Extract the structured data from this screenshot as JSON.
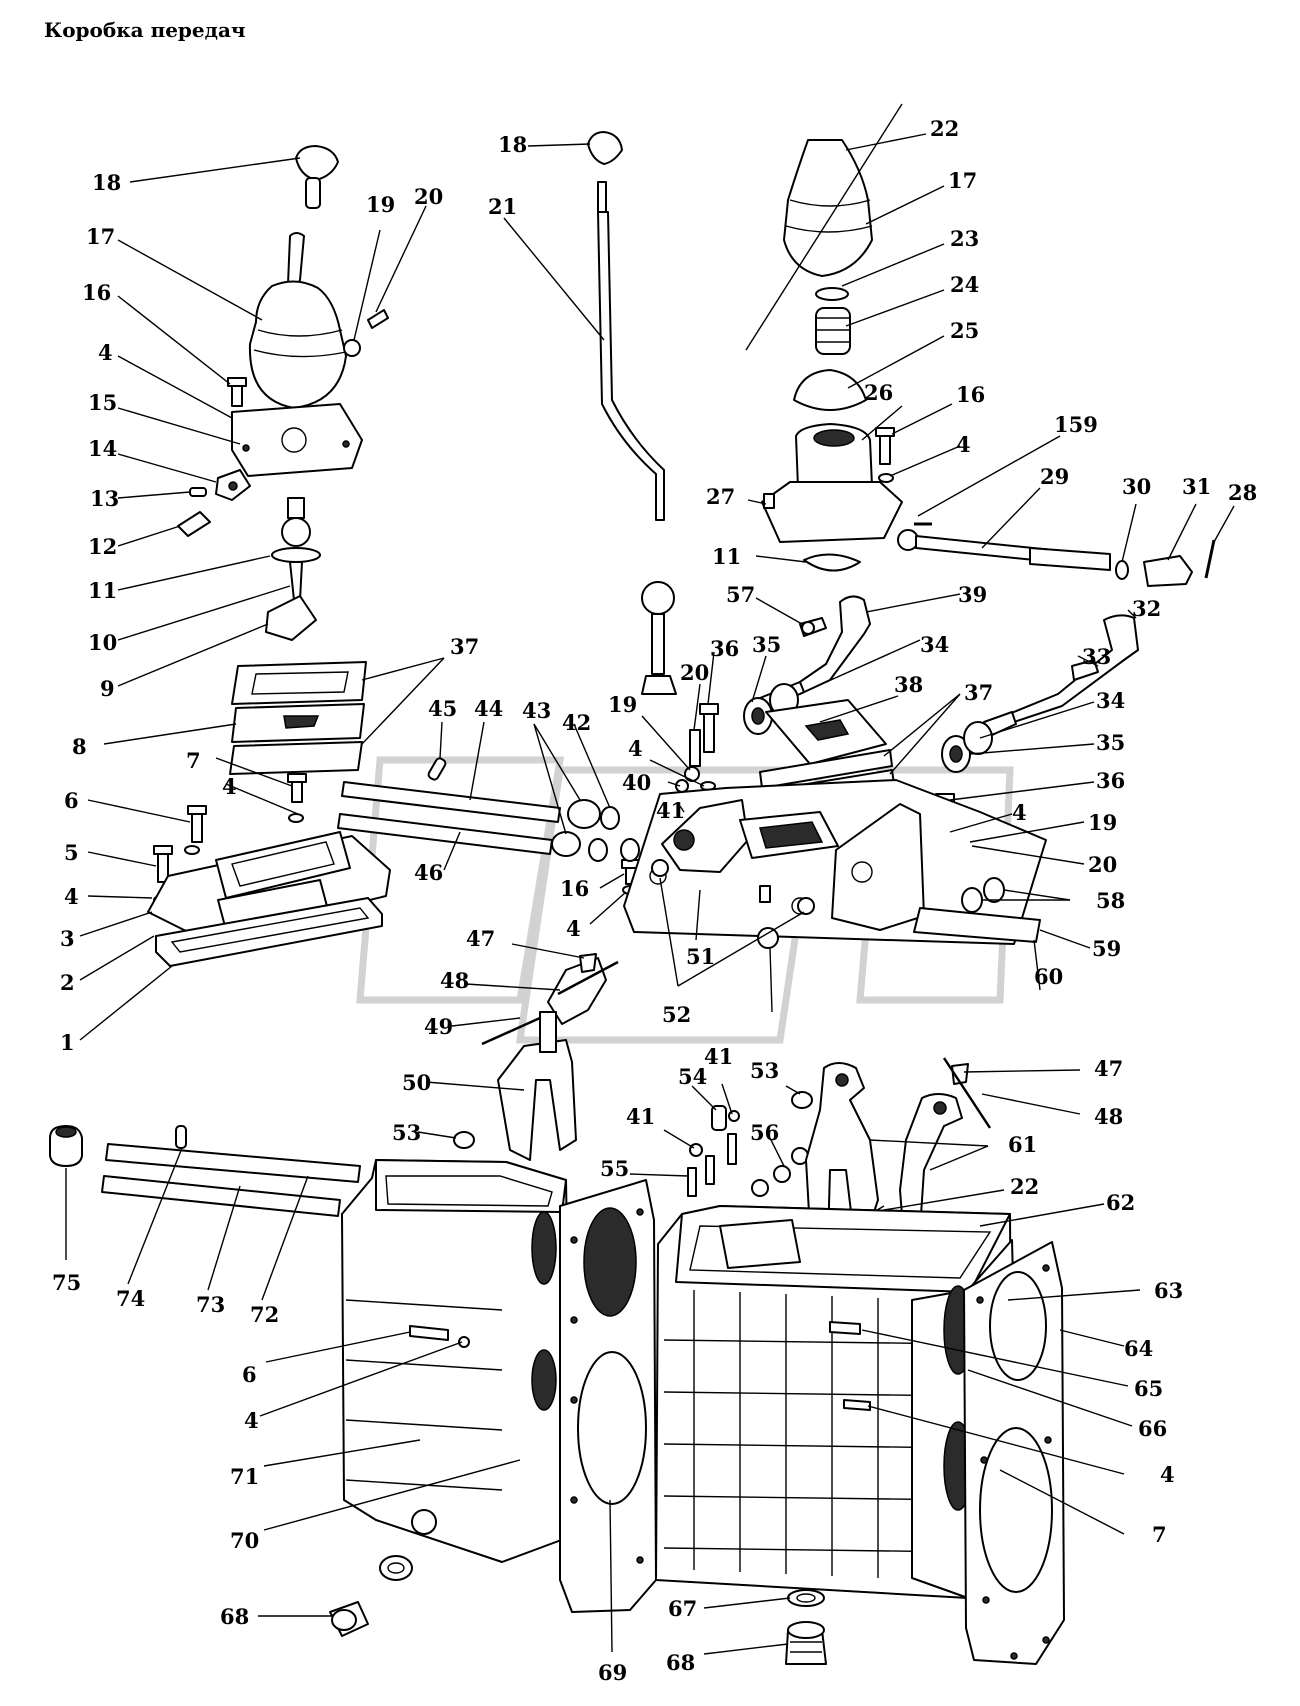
{
  "title": "Коробка передач",
  "colors": {
    "line": "#000000",
    "background": "#ffffff",
    "watermark": "#d2d2d2"
  },
  "callouts": [
    {
      "id": "c1",
      "text": "18"
    },
    {
      "id": "c2",
      "text": "17"
    },
    {
      "id": "c3",
      "text": "16"
    },
    {
      "id": "c4",
      "text": "4"
    },
    {
      "id": "c5",
      "text": "15"
    },
    {
      "id": "c6",
      "text": "14"
    },
    {
      "id": "c7",
      "text": "13"
    },
    {
      "id": "c8",
      "text": "12"
    },
    {
      "id": "c9",
      "text": "11"
    },
    {
      "id": "c10",
      "text": "10"
    },
    {
      "id": "c11",
      "text": "9"
    },
    {
      "id": "c12",
      "text": "8"
    },
    {
      "id": "c13",
      "text": "7"
    },
    {
      "id": "c14",
      "text": "6"
    },
    {
      "id": "c15",
      "text": "5"
    },
    {
      "id": "c16",
      "text": "4"
    },
    {
      "id": "c17",
      "text": "3"
    },
    {
      "id": "c18",
      "text": "2"
    },
    {
      "id": "c19",
      "text": "1"
    },
    {
      "id": "c20",
      "text": "19"
    },
    {
      "id": "c21",
      "text": "20"
    },
    {
      "id": "c22",
      "text": "37"
    },
    {
      "id": "c23",
      "text": "4"
    },
    {
      "id": "c24",
      "text": "18"
    },
    {
      "id": "c25",
      "text": "21"
    },
    {
      "id": "c26",
      "text": "22"
    },
    {
      "id": "c27",
      "text": "17"
    },
    {
      "id": "c28",
      "text": "23"
    },
    {
      "id": "c29",
      "text": "24"
    },
    {
      "id": "c30",
      "text": "25"
    },
    {
      "id": "c31",
      "text": "26"
    },
    {
      "id": "c32",
      "text": "16"
    },
    {
      "id": "c33",
      "text": "4"
    },
    {
      "id": "c34",
      "text": "159"
    },
    {
      "id": "c35",
      "text": "29"
    },
    {
      "id": "c36",
      "text": "30"
    },
    {
      "id": "c37",
      "text": "31"
    },
    {
      "id": "c38",
      "text": "28"
    },
    {
      "id": "c39",
      "text": "27"
    },
    {
      "id": "c40",
      "text": "11"
    },
    {
      "id": "c41",
      "text": "57"
    },
    {
      "id": "c42",
      "text": "39"
    },
    {
      "id": "c43",
      "text": "32"
    },
    {
      "id": "c44",
      "text": "35"
    },
    {
      "id": "c45",
      "text": "34"
    },
    {
      "id": "c46",
      "text": "36"
    },
    {
      "id": "c47",
      "text": "20"
    },
    {
      "id": "c48",
      "text": "33"
    },
    {
      "id": "c49",
      "text": "38"
    },
    {
      "id": "c50",
      "text": "37"
    },
    {
      "id": "c51",
      "text": "34"
    },
    {
      "id": "c52",
      "text": "35"
    },
    {
      "id": "c53",
      "text": "36"
    },
    {
      "id": "c54",
      "text": "4"
    },
    {
      "id": "c55",
      "text": "19"
    },
    {
      "id": "c56",
      "text": "20"
    },
    {
      "id": "c57",
      "text": "58"
    },
    {
      "id": "c58",
      "text": "59"
    },
    {
      "id": "c59",
      "text": "60"
    },
    {
      "id": "c60",
      "text": "19"
    },
    {
      "id": "c61",
      "text": "4"
    },
    {
      "id": "c62",
      "text": "40"
    },
    {
      "id": "c63",
      "text": "41"
    },
    {
      "id": "c64",
      "text": "45"
    },
    {
      "id": "c65",
      "text": "44"
    },
    {
      "id": "c66",
      "text": "43"
    },
    {
      "id": "c67",
      "text": "42"
    },
    {
      "id": "c68",
      "text": "46"
    },
    {
      "id": "c69",
      "text": "16"
    },
    {
      "id": "c70",
      "text": "4"
    },
    {
      "id": "c71",
      "text": "51"
    },
    {
      "id": "c72",
      "text": "52"
    },
    {
      "id": "c73",
      "text": "47"
    },
    {
      "id": "c74",
      "text": "48"
    },
    {
      "id": "c75",
      "text": "49"
    },
    {
      "id": "c76",
      "text": "50"
    },
    {
      "id": "c77",
      "text": "53"
    },
    {
      "id": "c78",
      "text": "54"
    },
    {
      "id": "c79",
      "text": "41"
    },
    {
      "id": "c80",
      "text": "53"
    },
    {
      "id": "c81",
      "text": "41"
    },
    {
      "id": "c82",
      "text": "55"
    },
    {
      "id": "c83",
      "text": "56"
    },
    {
      "id": "c84",
      "text": "47"
    },
    {
      "id": "c85",
      "text": "48"
    },
    {
      "id": "c86",
      "text": "61"
    },
    {
      "id": "c87",
      "text": "22"
    },
    {
      "id": "c88",
      "text": "62"
    },
    {
      "id": "c89",
      "text": "63"
    },
    {
      "id": "c90",
      "text": "64"
    },
    {
      "id": "c91",
      "text": "65"
    },
    {
      "id": "c92",
      "text": "66"
    },
    {
      "id": "c93",
      "text": "4"
    },
    {
      "id": "c94",
      "text": "7"
    },
    {
      "id": "c95",
      "text": "75"
    },
    {
      "id": "c96",
      "text": "74"
    },
    {
      "id": "c97",
      "text": "73"
    },
    {
      "id": "c98",
      "text": "72"
    },
    {
      "id": "c99",
      "text": "6"
    },
    {
      "id": "c100",
      "text": "4"
    },
    {
      "id": "c101",
      "text": "71"
    },
    {
      "id": "c102",
      "text": "70"
    },
    {
      "id": "c103",
      "text": "68"
    },
    {
      "id": "c104",
      "text": "69"
    },
    {
      "id": "c105",
      "text": "67"
    },
    {
      "id": "c106",
      "text": "68"
    }
  ]
}
